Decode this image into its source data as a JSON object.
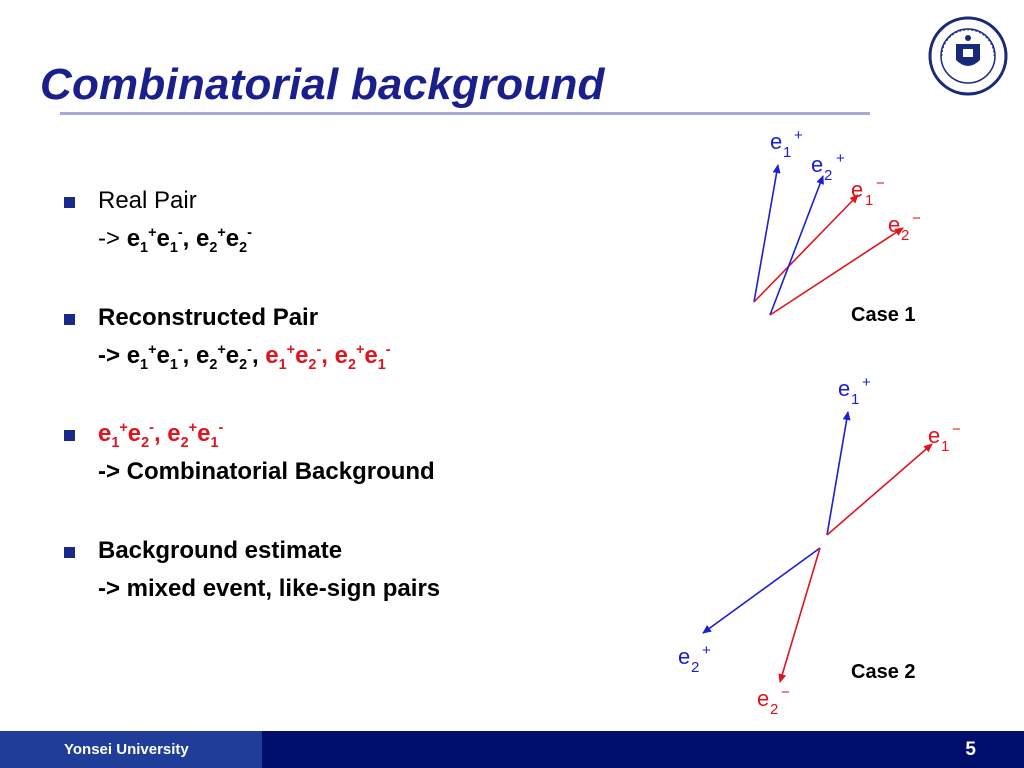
{
  "title": "Combinatorial background",
  "bullets": [
    {
      "text": "Real Pair",
      "sub": "-> "
    },
    {
      "text": "Reconstructed Pair",
      "sub": "-> "
    },
    {
      "text": "",
      "sub": "-> Combinatorial Background"
    },
    {
      "text": "Background estimate",
      "sub": "-> mixed event, like-sign pairs"
    }
  ],
  "particles": {
    "e": "e",
    "idx1": "1",
    "idx2": "2",
    "plus": "+",
    "minus": "-",
    "minus_label": "−",
    "sep": ", "
  },
  "diagram": {
    "case1_label": "Case 1",
    "case2_label": "Case 2"
  },
  "colors": {
    "title": "#1a1f8c",
    "electron_plus": "#1a1fd6",
    "electron_minus": "#e0141e",
    "footer": "#000f6b"
  },
  "footer": {
    "university": "Yonsei University",
    "page": "5"
  },
  "logo": {
    "text": "YONSEI UNIVERSITY"
  }
}
